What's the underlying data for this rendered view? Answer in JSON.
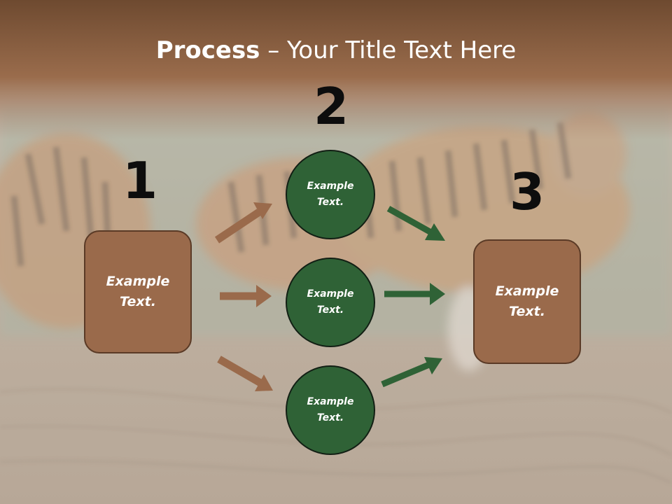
{
  "title": {
    "bold": "Process",
    "rest": " – Your Title Text Here"
  },
  "steps": {
    "n1": "1",
    "n2": "2",
    "n3": "3"
  },
  "left_box": {
    "label": "Example\nText."
  },
  "right_box": {
    "label": "Example\nText."
  },
  "circles": [
    {
      "label": "Example\nText."
    },
    {
      "label": "Example\nText."
    },
    {
      "label": "Example\nText."
    }
  ],
  "colors": {
    "box_fill": "#9a6a4b",
    "circle_fill": "#2f6236",
    "arrow_brown": "#9a6a4b",
    "arrow_green": "#2f6236",
    "header_band": "#7a5234"
  }
}
